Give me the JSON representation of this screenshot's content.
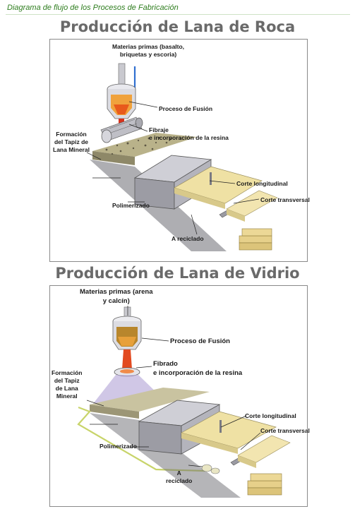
{
  "page": {
    "caption": "Diagrama de flujo de los Procesos de Fabricación"
  },
  "sections": [
    {
      "title": "Producción de Lana de Roca",
      "labels": {
        "materials_line1": "Materias primas (basalto,",
        "materials_line2": "briquetas y escoria)",
        "fusion": "Proceso de Fusión",
        "fiber_line1": "Fibraje",
        "fiber_line2": "e incorporación de la resina",
        "mat_line1": "Formación",
        "mat_line2": "del Tapiz de",
        "mat_line3": "Lana Mineral",
        "polymerized": "Polimerizado",
        "longitudinal": "Corte longitudinal",
        "transversal": "Corte transversal",
        "recycled": "A reciclado"
      }
    },
    {
      "title": "Producción de Lana de Vidrio",
      "labels": {
        "materials_line1": "Materias primas (arena",
        "materials_line2": "y calcín)",
        "fusion": "Proceso de Fusión",
        "fiber_line1": "Fibrado",
        "fiber_line2": "e incorporación de la resina",
        "mat_line1": "Formación",
        "mat_line2": "del Tapiz",
        "mat_line3": "de Lana",
        "mat_line4": "Mineral",
        "polymerized": "Polimerizado",
        "longitudinal": "Corte longitudinal",
        "transversal": "Corte transversal",
        "recycled_line1": "A",
        "recycled_line2": "reciclado"
      }
    }
  ],
  "colors": {
    "caption": "#2e7d1e",
    "title": "#6a6a6a",
    "melt": "#d8321c",
    "product": "#efe1a4",
    "oven": "#9c9ca4"
  }
}
